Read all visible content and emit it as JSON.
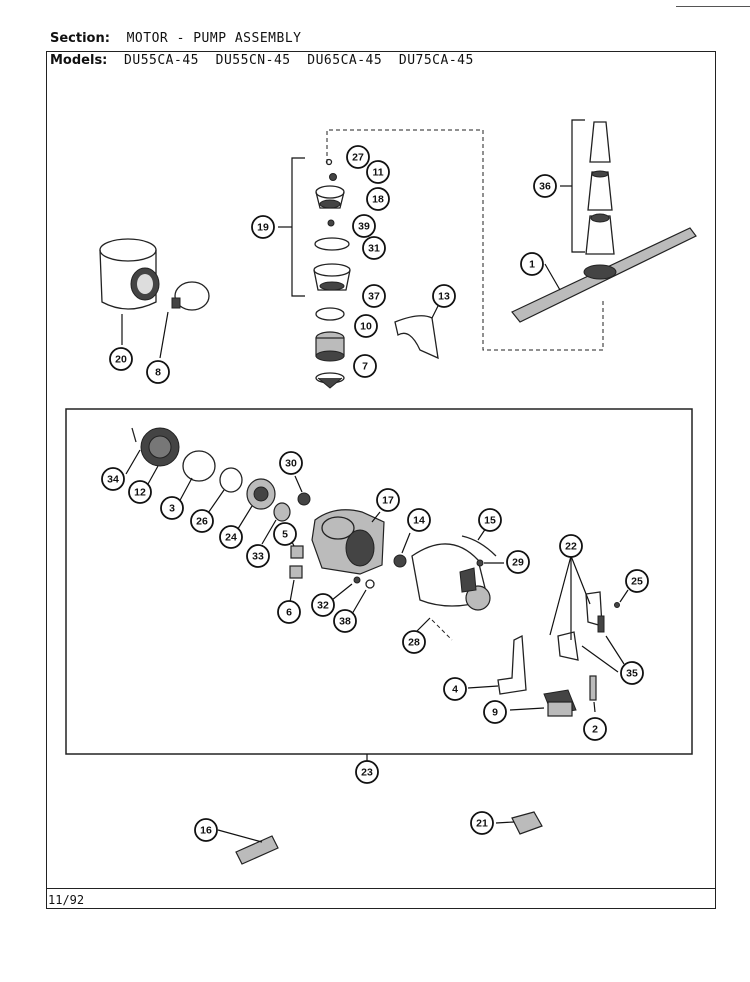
{
  "header": {
    "section_label": "Section:",
    "section_value": "MOTOR - PUMP ASSEMBLY",
    "models_label": "Models:",
    "models": [
      "DU55CA-45",
      "DU55CN-45",
      "DU65CA-45",
      "DU75CA-45"
    ]
  },
  "footer": {
    "date": "11/92"
  },
  "callouts": [
    "27",
    "11",
    "18",
    "39",
    "31",
    "37",
    "10",
    "7",
    "19",
    "36",
    "1",
    "13",
    "20",
    "8",
    "34",
    "12",
    "3",
    "26",
    "24",
    "30",
    "33",
    "5",
    "6",
    "32",
    "38",
    "17",
    "14",
    "15",
    "29",
    "28",
    "22",
    "25",
    "35",
    "4",
    "9",
    "2",
    "23",
    "16",
    "21"
  ]
}
